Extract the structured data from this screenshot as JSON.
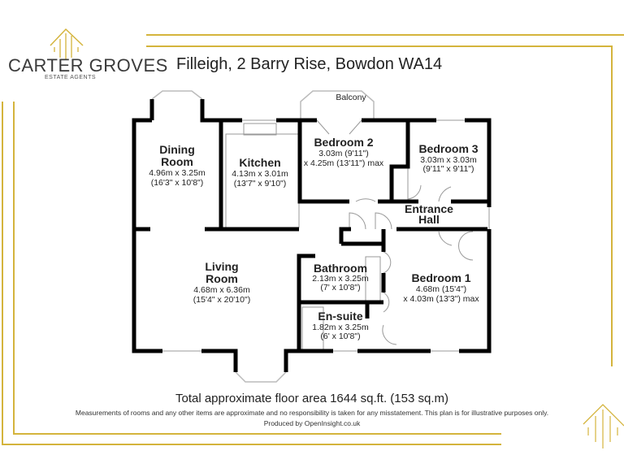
{
  "brand": {
    "name": "CARTER GROVES",
    "subtitle": "ESTATE AGENTS"
  },
  "title": "Filleigh, 2 Barry Rise, Bowdon WA14",
  "colors": {
    "gold": "#d4b43c",
    "wall": "#000000"
  },
  "rooms": {
    "dining": {
      "name1": "Dining",
      "name2": "Room",
      "metric": "4.96m x 3.25m",
      "imperial": "(16'3\" x 10'8\")"
    },
    "kitchen": {
      "name": "Kitchen",
      "metric": "4.13m x 3.01m",
      "imperial": "(13'7\" x 9'10\")"
    },
    "bedroom2": {
      "name": "Bedroom 2",
      "line1": "3.03m (9'11\")",
      "line2": "x 4.25m (13'11\") max"
    },
    "bedroom3": {
      "name": "Bedroom 3",
      "metric": "3.03m x 3.03m",
      "imperial": "(9'11\" x 9'11\")"
    },
    "balcony": {
      "name": "Balcony"
    },
    "entrance": {
      "name1": "Entrance",
      "name2": "Hall"
    },
    "living": {
      "name1": "Living",
      "name2": "Room",
      "metric": "4.68m x 6.36m",
      "imperial": "(15'4\" x 20'10\")"
    },
    "bathroom": {
      "name": "Bathroom",
      "metric": "2.13m x 3.25m",
      "imperial": "(7' x 10'8\")"
    },
    "bedroom1": {
      "name": "Bedroom 1",
      "line1": "4.68m (15'4\")",
      "line2": "x 4.03m (13'3\") max"
    },
    "ensuite": {
      "name": "En-suite",
      "metric": "1.82m x 3.25m",
      "imperial": "(6' x 10'8\")"
    }
  },
  "footer": {
    "total": "Total approximate floor area 1644 sq.ft. (153 sq.m)",
    "disclaimer": "Measurements of rooms and any other items are approximate and no responsibility is taken for any misstatement. This plan is for illustrative purposes only.",
    "produced": "Produced by OpenInsight.co.uk"
  }
}
